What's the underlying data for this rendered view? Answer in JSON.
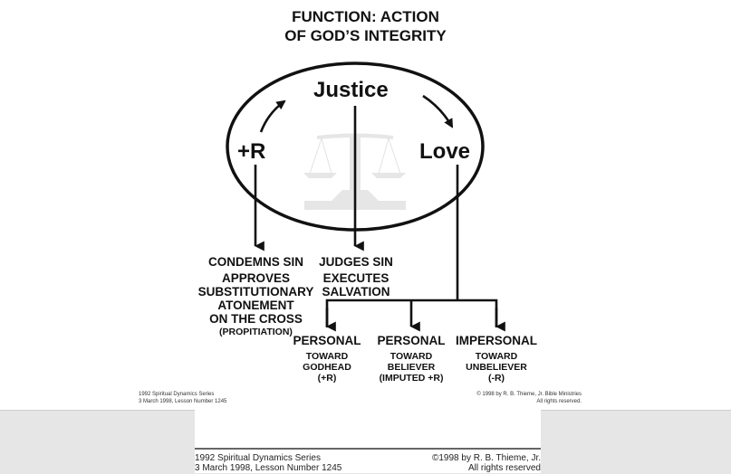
{
  "title": {
    "line1": "FUNCTION: ACTION",
    "line2": "OF GOD’S INTEGRITY"
  },
  "diagram": {
    "center_label": "Justice",
    "left_label": "+R",
    "right_label": "Love",
    "watermark_icon": "scales-of-justice-icon",
    "left_outcome": {
      "head": "CONDEMNS SIN",
      "lines": [
        "APPROVES",
        "SUBSTITUTIONARY",
        "ATONEMENT",
        "ON THE CROSS"
      ],
      "note": "(PROPITIATION)"
    },
    "center_outcome": {
      "head": "JUDGES SIN",
      "lines": [
        "EXECUTES",
        "SALVATION"
      ]
    },
    "branches": [
      {
        "head": "PERSONAL",
        "sub": [
          "TOWARD",
          "GODHEAD",
          "(+R)"
        ]
      },
      {
        "head": "PERSONAL",
        "sub": [
          "TOWARD",
          "BELIEVER",
          "(IMPUTED +R)"
        ]
      },
      {
        "head": "IMPERSONAL",
        "sub": [
          "TOWARD",
          "UNBELIEVER",
          "(-R)"
        ]
      }
    ]
  },
  "page1_footer": {
    "left_line1": "1992 Spiritual Dynamics Series",
    "left_line2": "3 March 1998, Lesson Number 1245",
    "right_line1": "© 1998 by R. B. Thieme, Jr. Bible Ministries",
    "right_line2": "All rights reserved."
  },
  "page2_footer": {
    "left_line1": "1992 Spiritual Dynamics Series",
    "left_line2": "3 March 1998, Lesson Number 1245",
    "right_line1": "©1998 by R. B. Thieme, Jr.",
    "right_line2": "All rights reserved"
  },
  "colors": {
    "ink": "#111111",
    "watermark": "#e4e4e4",
    "viewer_background": "#e6e6e6"
  }
}
